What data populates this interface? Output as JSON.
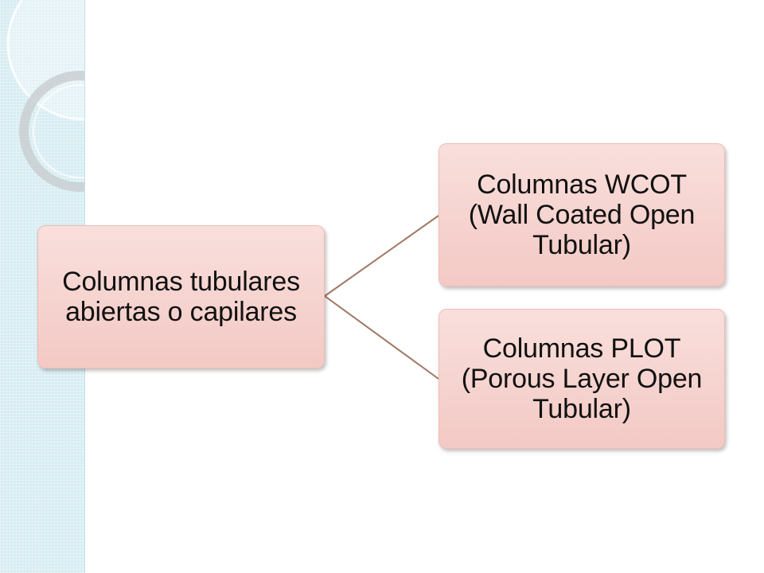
{
  "diagram": {
    "root": {
      "label": "Columnas tubulares abiertas o capilares"
    },
    "children": [
      {
        "label": "Columnas WCOT (Wall Coated Open Tubular)"
      },
      {
        "label": "Columnas PLOT (Porous Layer Open Tubular)"
      }
    ]
  },
  "colors": {
    "node_fill": "#f3c9c4",
    "connector": "#a07864",
    "side_band": "#d6ecf2"
  },
  "icons": [
    "decorative-circles"
  ]
}
